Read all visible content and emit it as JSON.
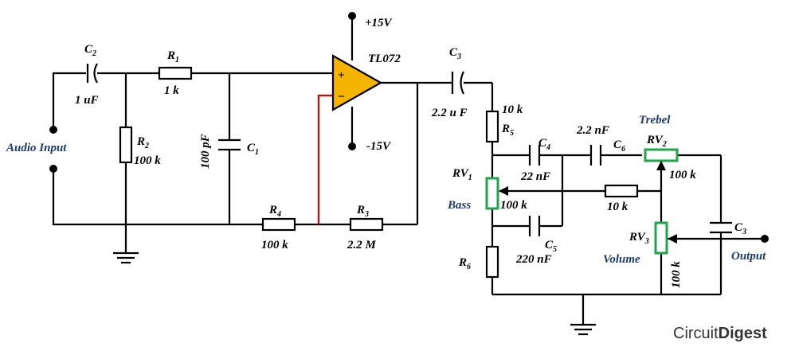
{
  "labels": {
    "audio_input": "Audio Input",
    "output": "Output",
    "bass": "Bass",
    "trebel": "Trebel",
    "volume": "Volume",
    "vplus": "+15V",
    "vminus": "-15V",
    "opamp": "TL072",
    "c2": "C",
    "c2_sub": "2",
    "c2_val": "1 uF",
    "r1": "R",
    "r1_sub": "1",
    "r1_val": "1 k",
    "r2": "R",
    "r2_sub": "2",
    "r2_val": "100 k",
    "c1": "C",
    "c1_sub": "1",
    "c1_val": "100 pF",
    "r4": "R",
    "r4_sub": "4",
    "r4_val": "100 k",
    "r3": "R",
    "r3_sub": "3",
    "r3_val": "2.2 M",
    "c3a": "C",
    "c3a_sub": "3",
    "c3a_val": "2.2 u F",
    "r5": "R",
    "r5_sub": "5",
    "r5_val": "10 k",
    "c4": "C",
    "c4_sub": "4",
    "c4_val": "22 nF",
    "c6": "C",
    "c6_sub": "6",
    "c6_val": "2.2 nF",
    "rv1": "RV",
    "rv1_sub": "1",
    "rv1_val": "100 k",
    "rv2": "RV",
    "rv2_sub": "2",
    "rv2_val": "100 k",
    "rv3": "RV",
    "rv3_sub": "3",
    "rv3_val": "100 k",
    "r10k": "10 k",
    "c5": "C",
    "c5_sub": "5",
    "c5_val": "220 nF",
    "r6": "R",
    "r6_sub": "6",
    "c3b": "C",
    "c3b_sub": "3",
    "plus": "+",
    "minus": "−"
  },
  "brand": {
    "prefix": "Circuit",
    "suffix": "Digest"
  },
  "colors": {
    "opamp_fill": "#f4b400",
    "pot": "#1ea64a",
    "feedback": "#e00000",
    "label_blue": "#1c3a6e"
  }
}
